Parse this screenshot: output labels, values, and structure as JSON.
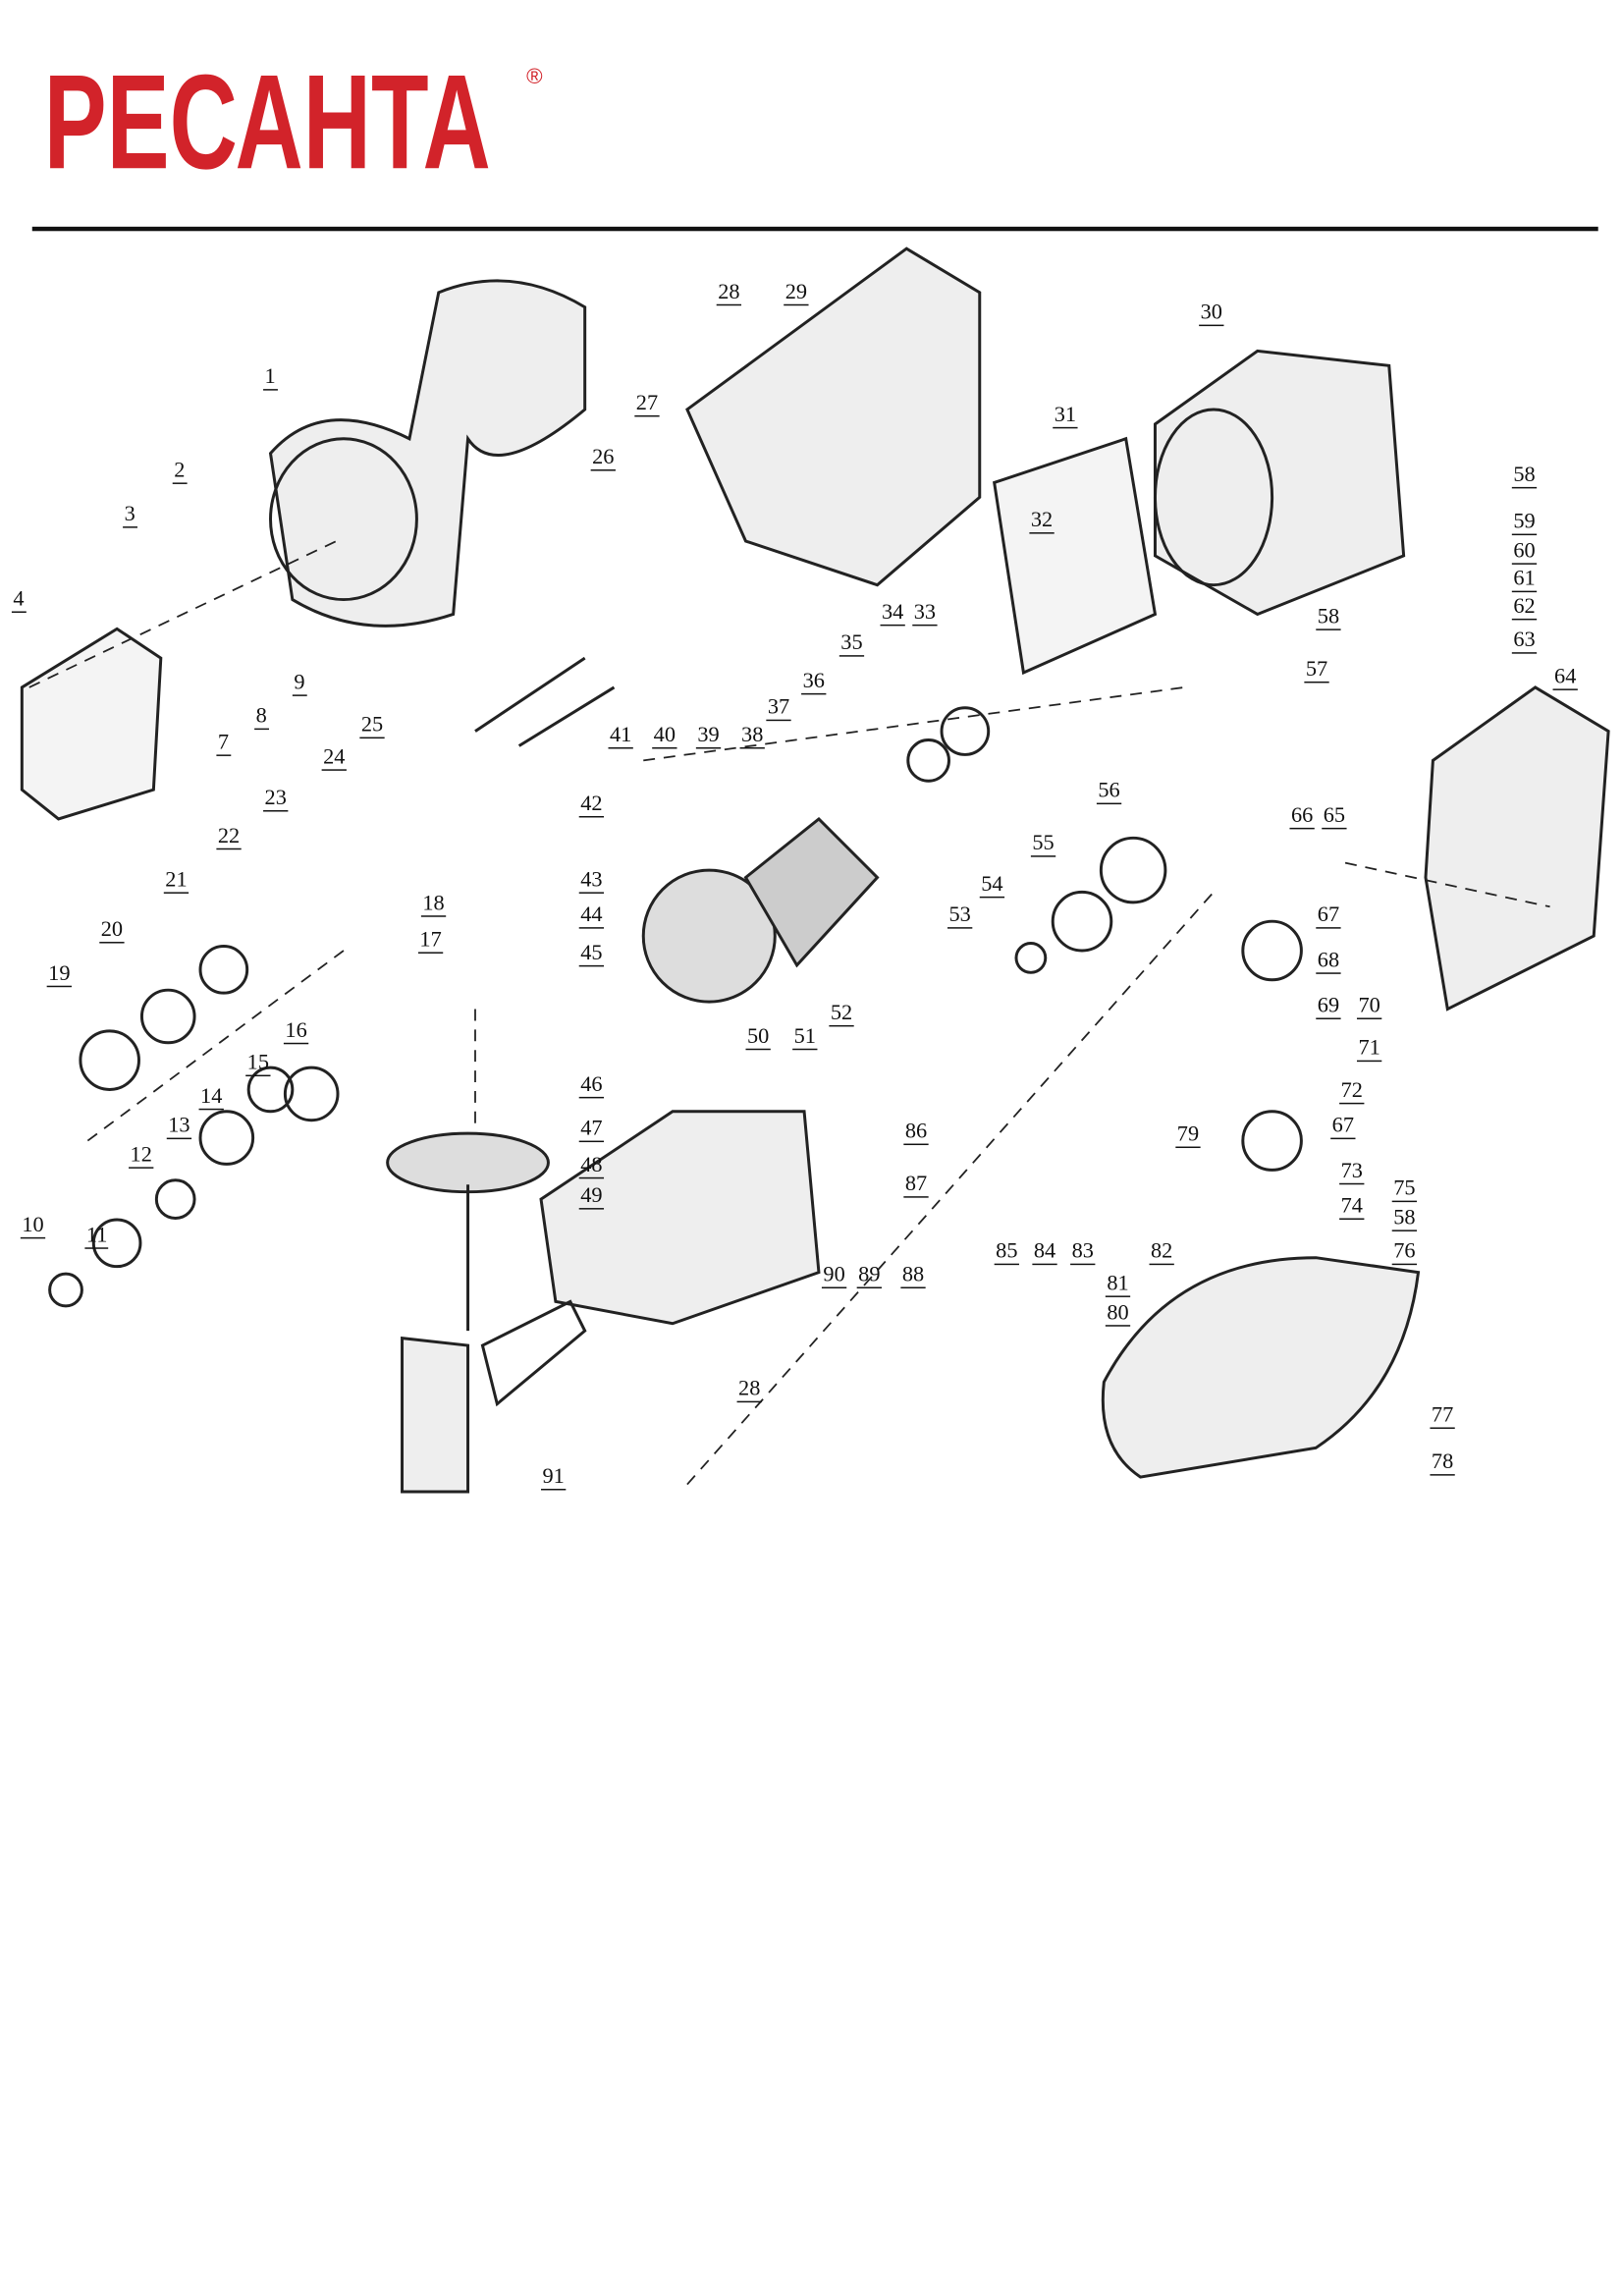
{
  "logo": {
    "text": "РЕСАНТА",
    "mark": "®",
    "color": "#d2232a"
  },
  "labels": [
    "1",
    "2",
    "3",
    "4",
    "7",
    "8",
    "9",
    "10",
    "11",
    "12",
    "13",
    "14",
    "15",
    "16",
    "17",
    "18",
    "19",
    "20",
    "21",
    "22",
    "23",
    "24",
    "25",
    "26",
    "27",
    "28",
    "29",
    "30",
    "31",
    "32",
    "33",
    "34",
    "35",
    "36",
    "37",
    "38",
    "39",
    "40",
    "41",
    "42",
    "43",
    "44",
    "45",
    "46",
    "47",
    "48",
    "49",
    "50",
    "51",
    "52",
    "53",
    "54",
    "55",
    "56",
    "57",
    "58",
    "59",
    "60",
    "61",
    "62",
    "63",
    "64",
    "65",
    "66",
    "67",
    "68",
    "69",
    "70",
    "71",
    "72",
    "73",
    "74",
    "75",
    "58",
    "76",
    "77",
    "78",
    "79",
    "80",
    "81",
    "82",
    "83",
    "84",
    "85",
    "86",
    "87",
    "88",
    "89",
    "90",
    "91",
    "28",
    "58",
    "67"
  ]
}
